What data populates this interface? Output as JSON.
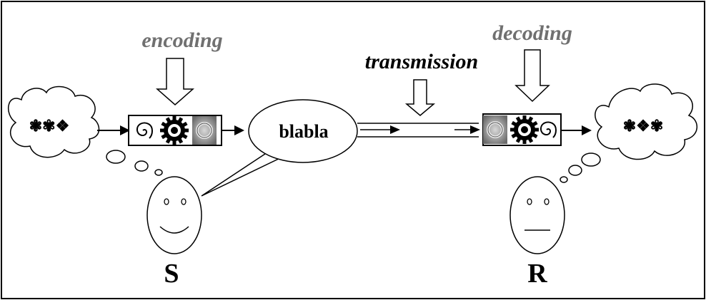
{
  "labels": {
    "encoding": "encoding",
    "decoding": "decoding",
    "transmission": "transmission",
    "message": "blabla",
    "sender": "S",
    "receiver": "R"
  },
  "thoughts": {
    "sender_symbols": "❃✾❖",
    "receiver_symbols": "❃❖✾"
  },
  "colors": {
    "encoding_text": "#707070",
    "decoding_text": "#707070",
    "stroke": "#000000"
  },
  "icons": {
    "encoder": [
      "spiral-icon",
      "gear-icon",
      "stone-ring-icon"
    ],
    "decoder": [
      "stone-ring-icon",
      "gear-icon",
      "spiral-icon"
    ]
  }
}
